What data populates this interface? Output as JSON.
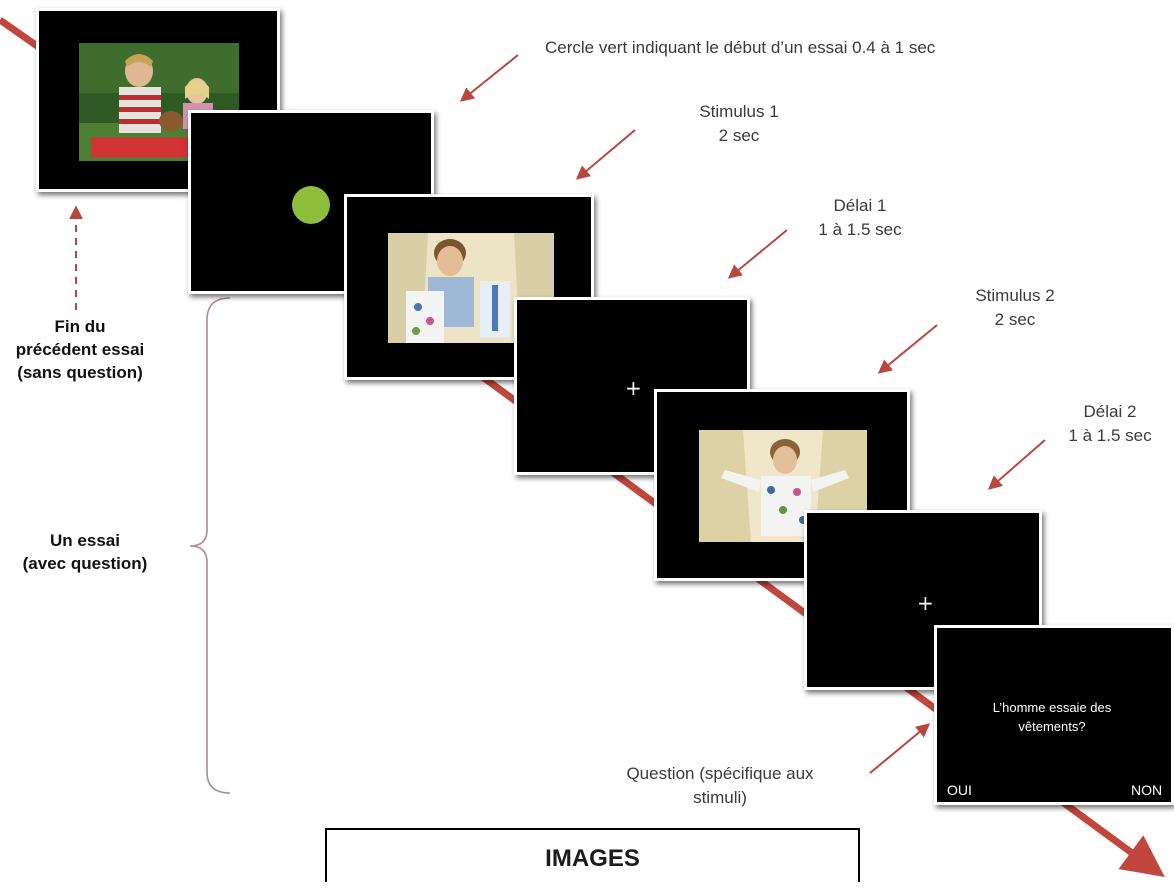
{
  "labels": {
    "cercle": "Cercle vert indiquant le début d’un essai  0.4 à 1 sec",
    "stimulus1": [
      "Stimulus 1",
      "2 sec"
    ],
    "delai1": [
      "Délai 1",
      "1 à 1.5  sec"
    ],
    "stimulus2": [
      "Stimulus 2",
      "2 sec"
    ],
    "delai2": [
      "Délai 2",
      "1 à 1.5  sec"
    ],
    "question": [
      "Question (spécifique aux",
      "stimuli)"
    ]
  },
  "side": {
    "fin": [
      "Fin du",
      "précédent essai",
      "(sans question)"
    ],
    "essai": [
      "Un essai",
      "(avec question)"
    ]
  },
  "screens": {
    "fixation": "+",
    "question_text": [
      "L’homme essaie des",
      "vêtements?"
    ],
    "oui": "OUI",
    "non": "NON"
  },
  "footer": {
    "title": "IMAGES"
  },
  "colors": {
    "arrow": "#b7473f",
    "bracket": "#b28a8f",
    "green_circle": "#8fbd3c"
  }
}
